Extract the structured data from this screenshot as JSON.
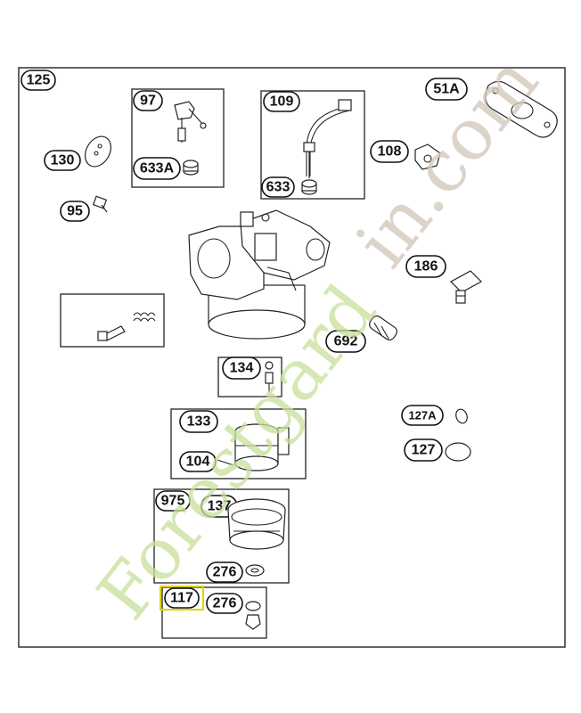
{
  "diagram": {
    "assembly_label": "125",
    "part_labels": {
      "p97": "97",
      "p633A": "633A",
      "p109": "109",
      "p633": "633",
      "p51A": "51A",
      "p108": "108",
      "p130": "130",
      "p95": "95",
      "p186": "186",
      "p692": "692",
      "p134": "134",
      "p127A": "127A",
      "p133": "133",
      "p104": "104",
      "p127": "127",
      "p975": "975",
      "p137": "137",
      "p276a": "276",
      "p117": "117",
      "p276b": "276"
    },
    "highlight_colors": {
      "p137_fill": "#f6c48e",
      "p692_fill": "#d9ecb8",
      "p117_border": "#e0d400"
    }
  },
  "watermark": {
    "text_green": "Forestgard",
    "text_grey": "in.com",
    "color_green": "#c8e09a",
    "color_grey": "#d4c9bc"
  }
}
